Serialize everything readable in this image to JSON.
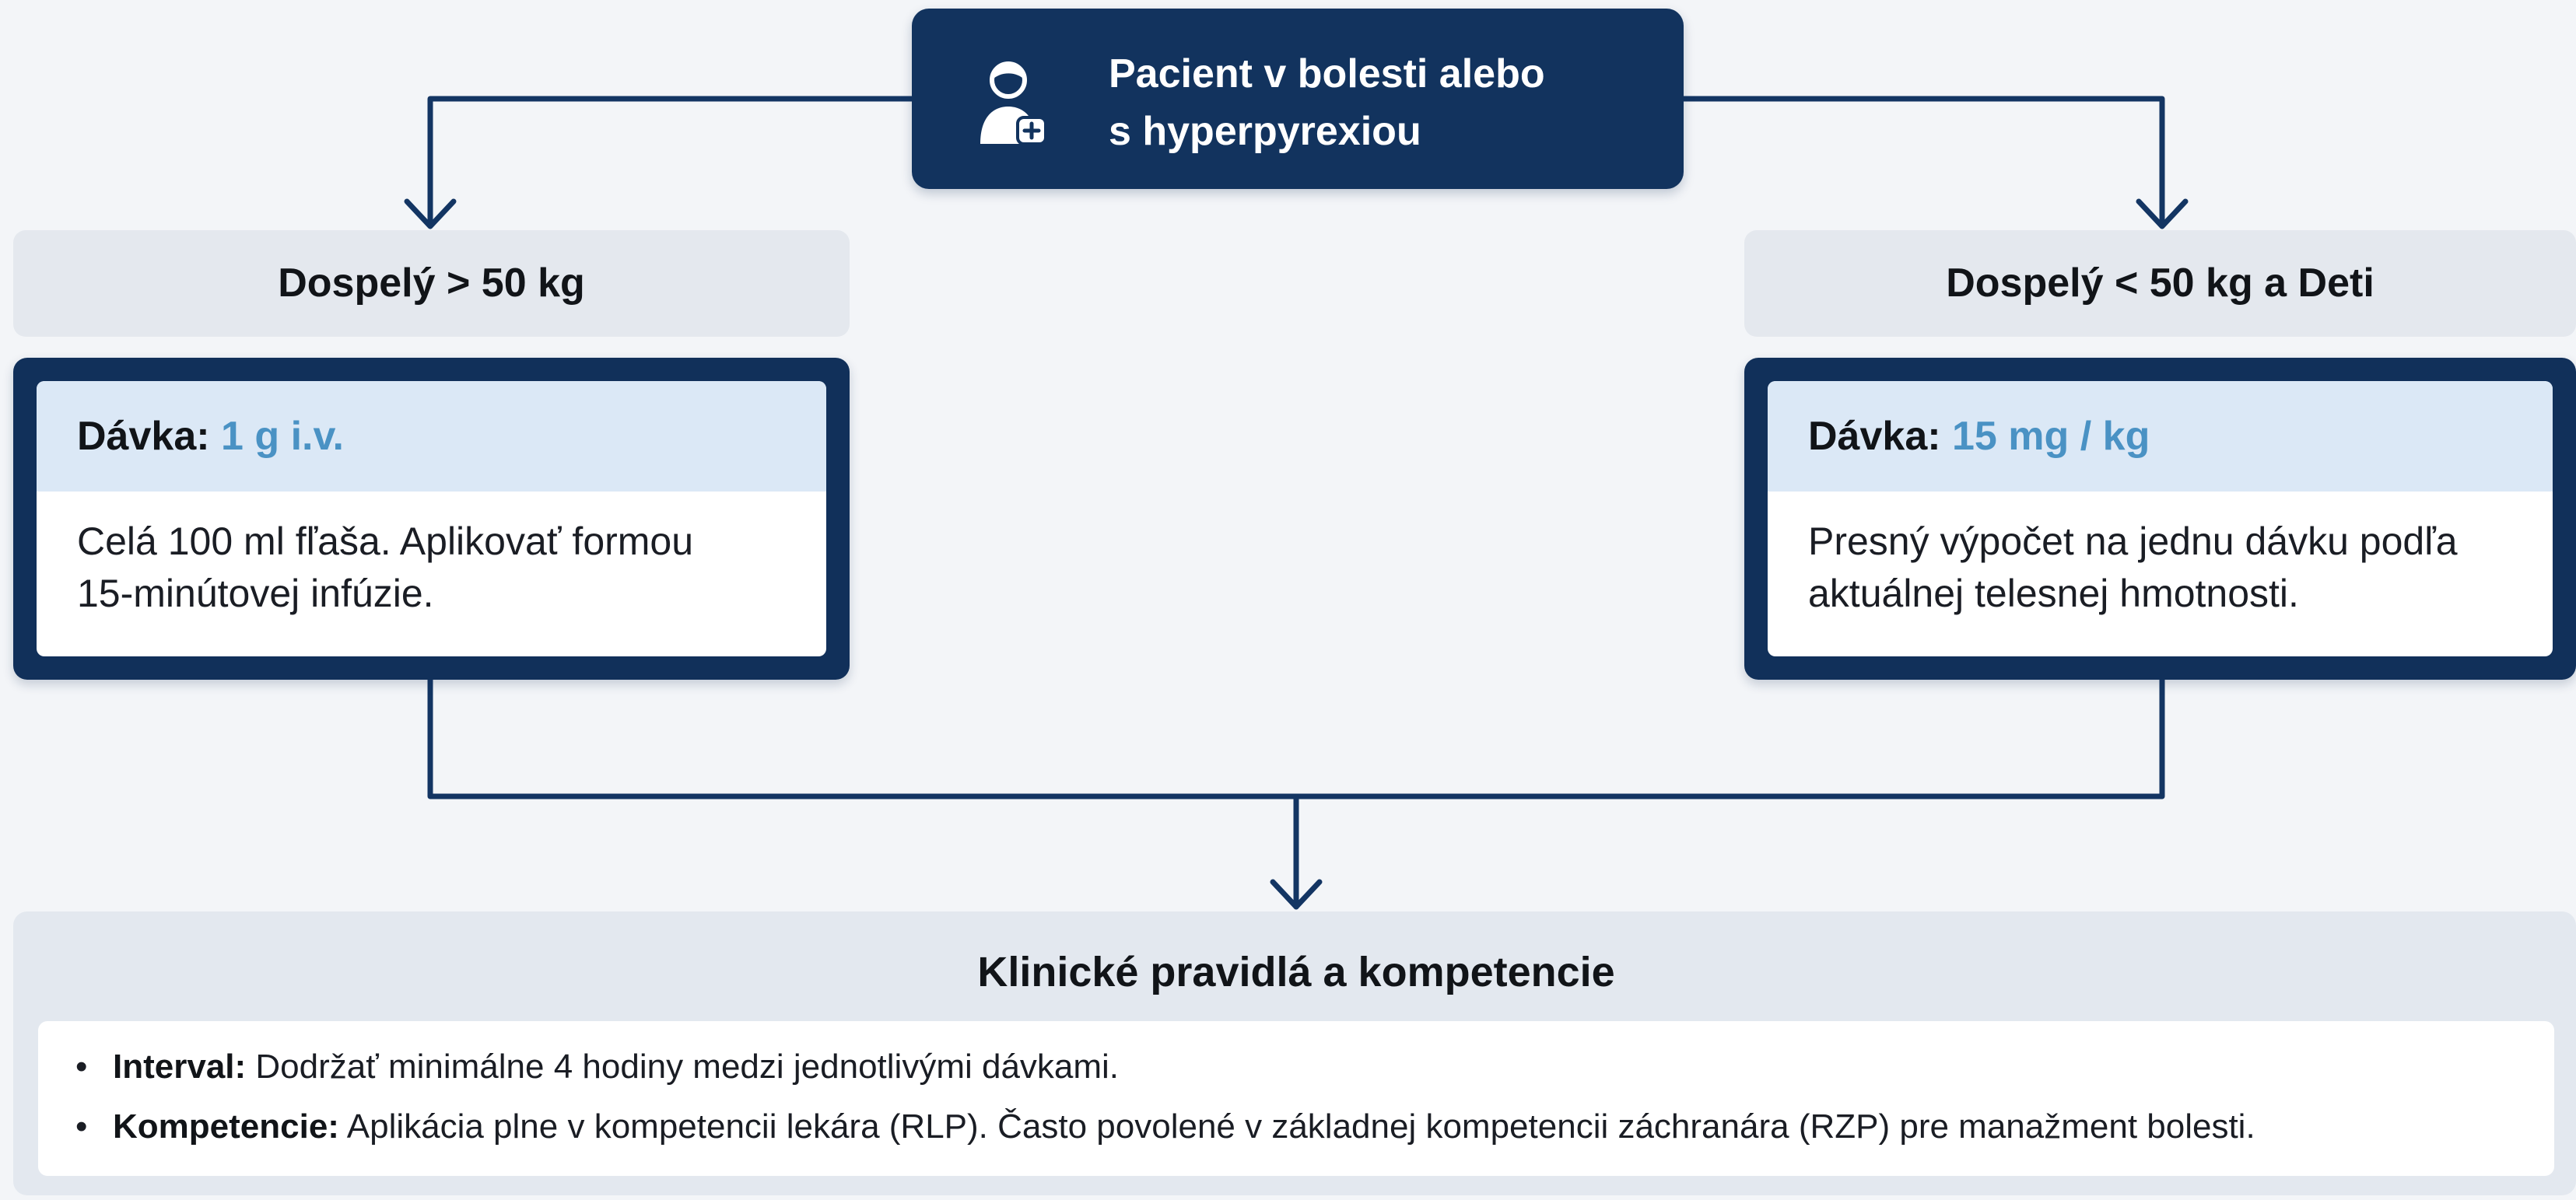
{
  "header": {
    "line1": "Pacient v bolesti alebo",
    "line2": "s hyperpyrexiou",
    "icon": "doctor-icon"
  },
  "branches": [
    {
      "label": "Dospelý > 50 kg",
      "dose_label": "Dávka:",
      "dose_value": "1 g i.v.",
      "description_lines": [
        "Celá 100 ml fľaša. Aplikovať formou",
        "15-minútovej infúzie."
      ]
    },
    {
      "label": "Dospelý < 50 kg a Deti",
      "dose_label": "Dávka:",
      "dose_value": "15 mg / kg",
      "description_lines": [
        "Presný výpočet na jednu dávku podľa",
        "aktuálnej telesnej hmotnosti."
      ]
    }
  ],
  "rules": {
    "title": "Klinické pravidlá a kompetencie",
    "bullet": "•",
    "items": [
      {
        "term": "Interval:",
        "text": "Dodržať minimálne 4 hodiny medzi jednotlivými dávkami."
      },
      {
        "term": "Kompetencie:",
        "text": "Aplikácia plne v kompetencii lekára (RLP). Často povolené v základnej kompetencii záchranára (RZP) pre manažment bolesti."
      }
    ]
  },
  "colors": {
    "navy": "#12335e",
    "accent_blue": "#4a92c4",
    "label_bg": "#e4e8ee",
    "band_bg": "#dbe8f6",
    "rules_bg": "#e3e8ef",
    "page_bg": "#f3f5f8"
  }
}
